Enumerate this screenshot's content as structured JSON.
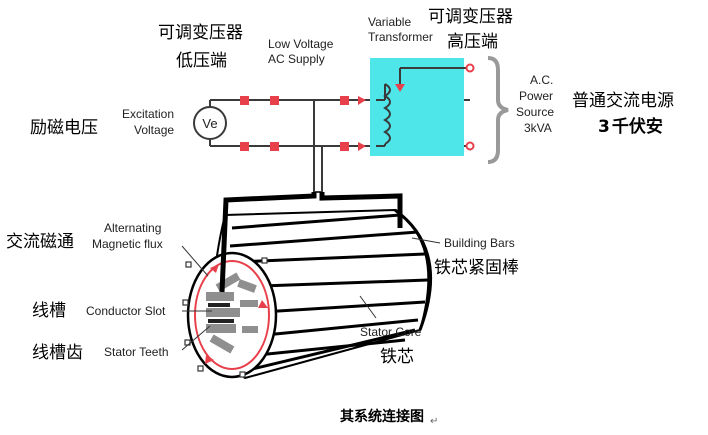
{
  "labels": {
    "lv_zh_1": "可调变压器",
    "lv_zh_2": "低压端",
    "lv_en_1": "Low Voltage",
    "lv_en_2": "AC Supply",
    "vt_en_1": "Variable",
    "vt_en_2": "Transformer",
    "hv_zh_1": "可调变压器",
    "hv_zh_2": "高压端",
    "exc_zh": "励磁电压",
    "exc_en_1": "Excitation",
    "exc_en_2": "Voltage",
    "meter": "Ve",
    "ac_en_1": "A.C.",
    "ac_en_2": "Power",
    "ac_en_3": "Source",
    "ac_en_4": "3kVA",
    "ac_zh_1": "普通交流电源",
    "ac_zh_2_num": "3",
    "ac_zh_2_rest": "千伏安",
    "flux_zh": "交流磁通",
    "flux_en_1": "Alternating",
    "flux_en_2": "Magnetic flux",
    "bars_en": "Building Bars",
    "bars_zh": "铁芯紧固棒",
    "slot_zh": "线槽",
    "slot_en": "Conductor Slot",
    "teeth_zh": "线槽齿",
    "teeth_en": "Stator Teeth",
    "core_en": "Stator Core",
    "core_zh": "铁芯",
    "caption": "其系统连接图"
  },
  "colors": {
    "transformer_fill": "#4fe6ea",
    "node": "#e8404a",
    "flux": "#e8404a"
  }
}
